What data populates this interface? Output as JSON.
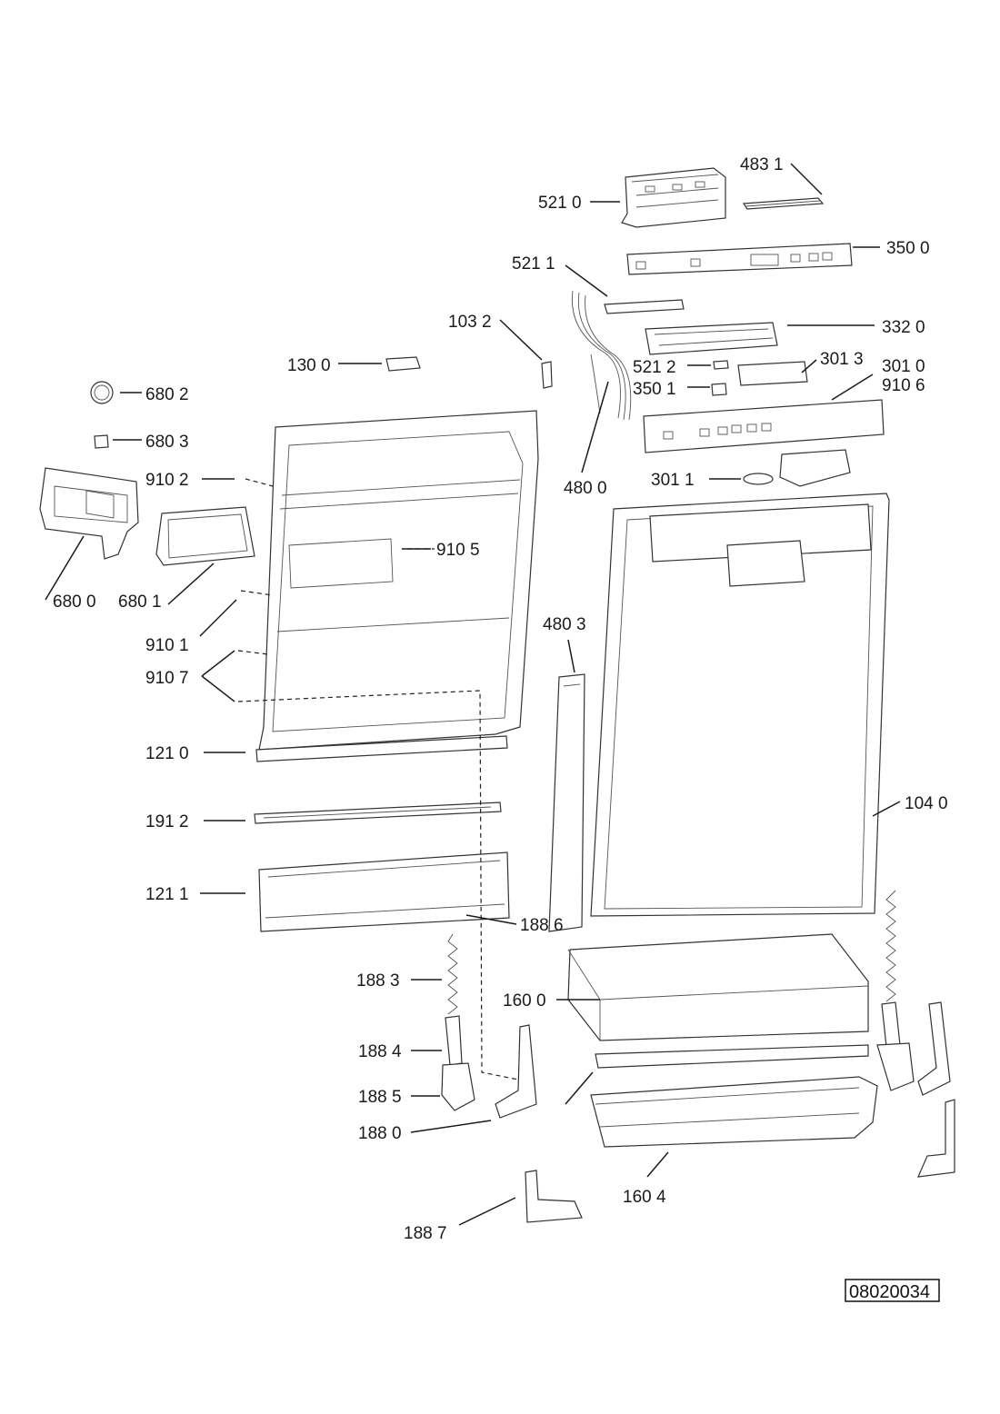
{
  "diagram": {
    "reference_number": "08020034",
    "callouts": [
      {
        "id": "4831",
        "text": "483 1"
      },
      {
        "id": "5210",
        "text": "521 0"
      },
      {
        "id": "3500",
        "text": "350 0"
      },
      {
        "id": "5211",
        "text": "521 1"
      },
      {
        "id": "1032",
        "text": "103 2"
      },
      {
        "id": "3320",
        "text": "332 0"
      },
      {
        "id": "1300",
        "text": "130 0"
      },
      {
        "id": "5212",
        "text": "521 2"
      },
      {
        "id": "3013",
        "text": "301 3"
      },
      {
        "id": "3010",
        "text": "301 0"
      },
      {
        "id": "9106",
        "text": "910 6"
      },
      {
        "id": "3501",
        "text": "350 1"
      },
      {
        "id": "6802",
        "text": "680 2"
      },
      {
        "id": "6803",
        "text": "680 3"
      },
      {
        "id": "9102",
        "text": "910 2"
      },
      {
        "id": "4800",
        "text": "480 0"
      },
      {
        "id": "3011",
        "text": "301 1"
      },
      {
        "id": "9105",
        "text": "910 5"
      },
      {
        "id": "6800",
        "text": "680 0"
      },
      {
        "id": "6801",
        "text": "680 1"
      },
      {
        "id": "4803",
        "text": "480 3"
      },
      {
        "id": "9101",
        "text": "910 1"
      },
      {
        "id": "9107",
        "text": "910 7"
      },
      {
        "id": "1210",
        "text": "121 0"
      },
      {
        "id": "1040",
        "text": "104 0"
      },
      {
        "id": "1912",
        "text": "191 2"
      },
      {
        "id": "1211",
        "text": "121 1"
      },
      {
        "id": "1886",
        "text": "188 6"
      },
      {
        "id": "1883",
        "text": "188 3"
      },
      {
        "id": "1600",
        "text": "160 0"
      },
      {
        "id": "1884",
        "text": "188 4"
      },
      {
        "id": "1885",
        "text": "188 5"
      },
      {
        "id": "1880",
        "text": "188 0"
      },
      {
        "id": "1604",
        "text": "160 4"
      },
      {
        "id": "1887",
        "text": "188 7"
      }
    ]
  }
}
